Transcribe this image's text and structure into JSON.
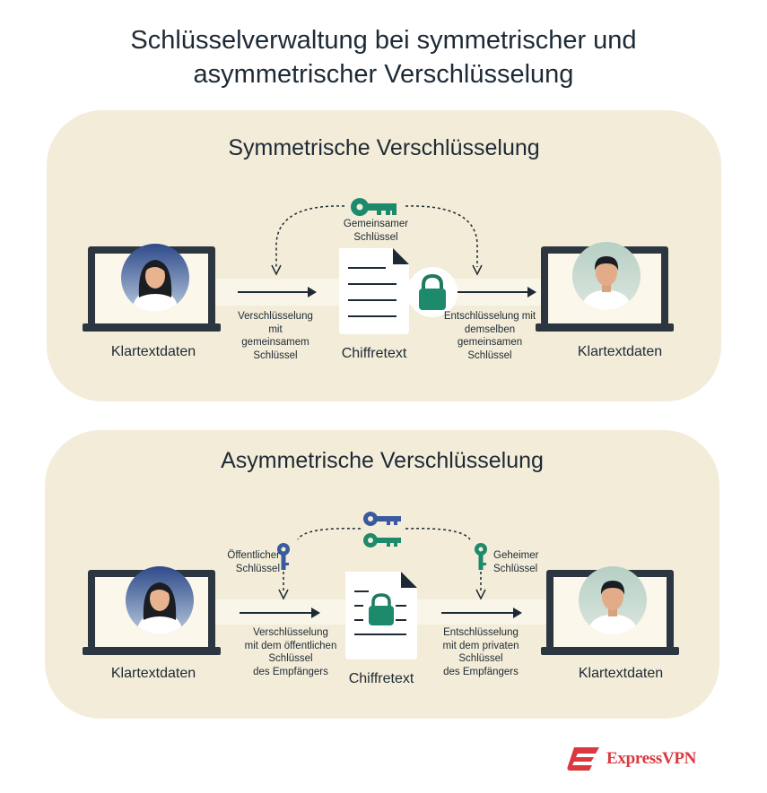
{
  "title_line1": "Schlüsselverwaltung bei symmetrischer und",
  "title_line2": "asymmetrischer Verschlüsselung",
  "symmetric": {
    "title": "Symmetrische Verschlüsselung",
    "left_label": "Klartextdaten",
    "right_label": "Klartextdaten",
    "center_label": "Chiffretext",
    "key_label_1": "Gemeinsamer",
    "key_label_2": "Schlüssel",
    "encrypt_1": "Verschlüsselung",
    "encrypt_2": "mit",
    "encrypt_3": "gemeinsamem",
    "encrypt_4": "Schlüssel",
    "decrypt_1": "Entschlüsselung mit",
    "decrypt_2": "demselben",
    "decrypt_3": "gemeinsamen",
    "decrypt_4": "Schlüssel"
  },
  "asymmetric": {
    "title": "Asymmetrische Verschlüsselung",
    "left_label": "Klartextdaten",
    "right_label": "Klartextdaten",
    "center_label": "Chiffretext",
    "public_key_1": "Öffentlicher",
    "public_key_2": "Schlüssel",
    "private_key_1": "Geheimer",
    "private_key_2": "Schlüssel",
    "encrypt_1": "Verschlüsselung",
    "encrypt_2": "mit dem öffentlichen",
    "encrypt_3": "Schlüssel",
    "encrypt_4": "des Empfängers",
    "decrypt_1": "Entschlüsselung",
    "decrypt_2": "mit dem privaten",
    "decrypt_3": "Schlüssel",
    "decrypt_4": "des Empfängers"
  },
  "brand": {
    "name": "ExpressVPN"
  },
  "colors": {
    "panel": "#f3ecd8",
    "dark": "#1d2a35",
    "green_key": "#1d8a6b",
    "blue_key": "#3a5aa0",
    "brand_red": "#da3940"
  }
}
